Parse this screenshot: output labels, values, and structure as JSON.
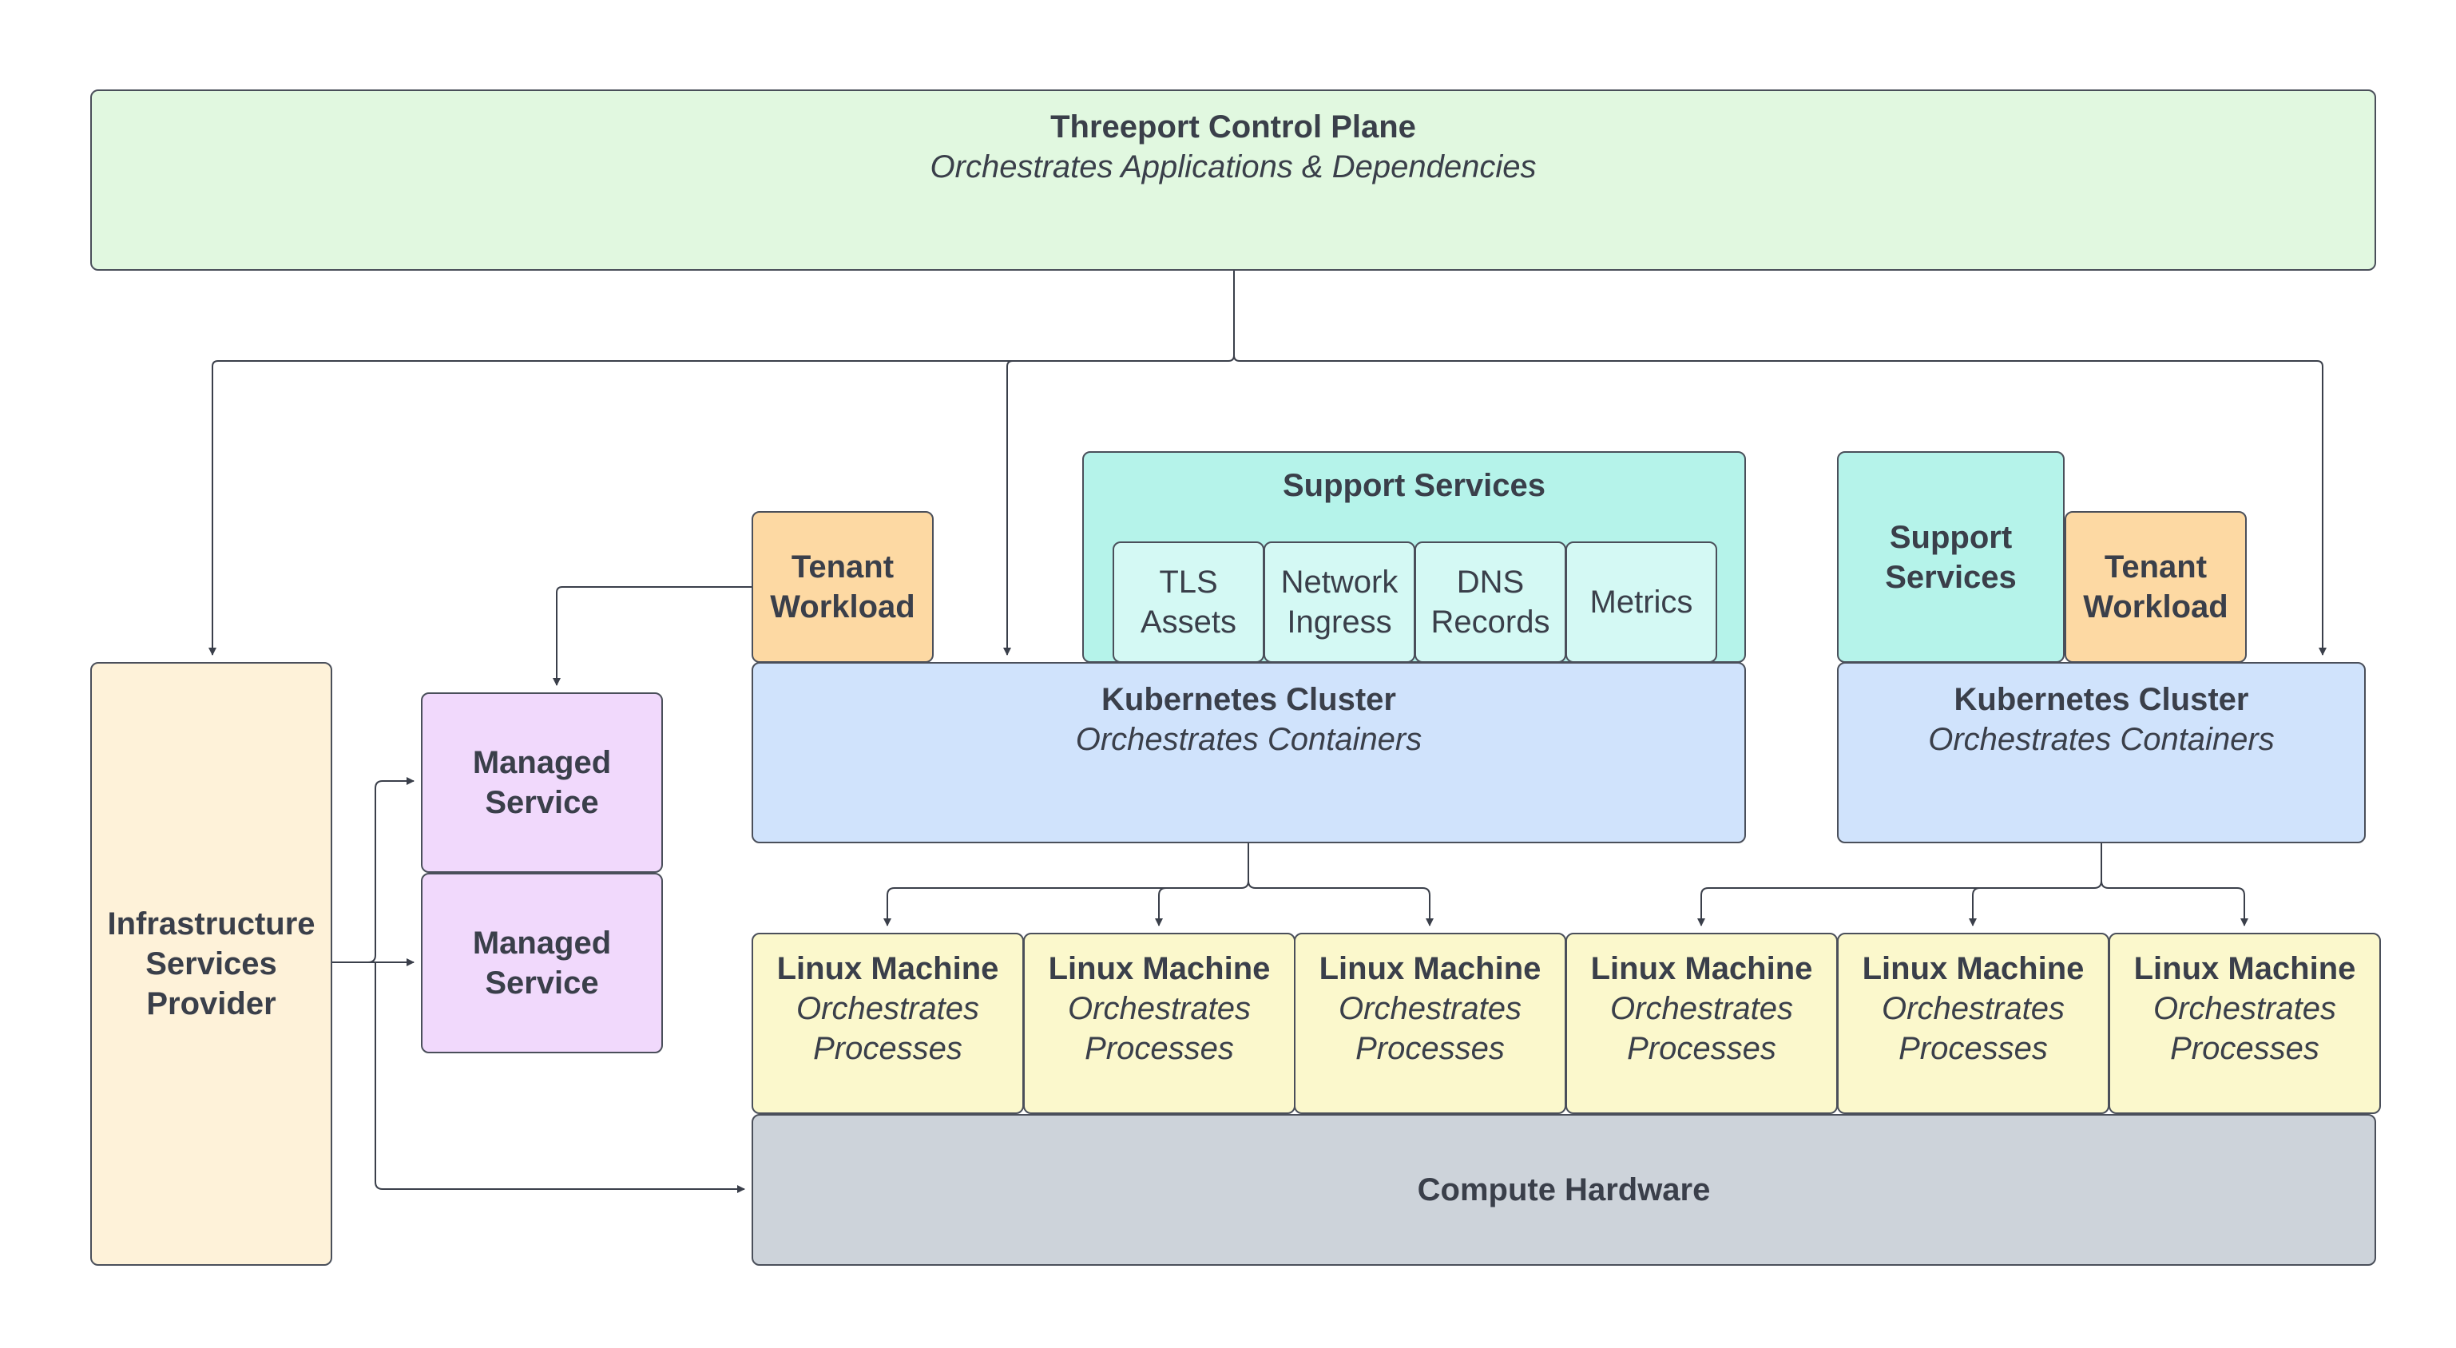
{
  "control_plane": {
    "title": "Threeport Control Plane",
    "subtitle": "Orchestrates Applications & Dependencies"
  },
  "infrastructure_provider": {
    "label": "Infrastructure\nServices\nProvider"
  },
  "managed_services": [
    {
      "label": "Managed\nService"
    },
    {
      "label": "Managed\nService"
    }
  ],
  "tenant_workloads": [
    {
      "label": "Tenant\nWorkload"
    },
    {
      "label": "Tenant\nWorkload"
    }
  ],
  "support_services": {
    "title": "Support Services",
    "items": [
      "TLS\nAssets",
      "Network\nIngress",
      "DNS\nRecords",
      "Metrics"
    ],
    "compact_label": "Support\nServices"
  },
  "kubernetes_clusters": [
    {
      "title": "Kubernetes Cluster",
      "subtitle": "Orchestrates Containers"
    },
    {
      "title": "Kubernetes Cluster",
      "subtitle": "Orchestrates Containers"
    }
  ],
  "linux_machines": [
    {
      "title": "Linux Machine",
      "subtitle": "Orchestrates\nProcesses"
    },
    {
      "title": "Linux Machine",
      "subtitle": "Orchestrates\nProcesses"
    },
    {
      "title": "Linux Machine",
      "subtitle": "Orchestrates\nProcesses"
    },
    {
      "title": "Linux Machine",
      "subtitle": "Orchestrates\nProcesses"
    },
    {
      "title": "Linux Machine",
      "subtitle": "Orchestrates\nProcesses"
    },
    {
      "title": "Linux Machine",
      "subtitle": "Orchestrates\nProcesses"
    }
  ],
  "compute_hardware": {
    "label": "Compute Hardware"
  },
  "colors": {
    "control_plane": "#e1f8e0",
    "infrastructure": "#fef2d9",
    "managed_service": "#f1d9fc",
    "tenant_workload": "#fdd9a3",
    "support_services": "#b5f3ea",
    "support_item": "#d4f9f4",
    "kubernetes": "#d0e3fc",
    "linux_machine": "#fbf8cc",
    "hardware": "#cdd3da",
    "line": "#3a3f4a"
  }
}
